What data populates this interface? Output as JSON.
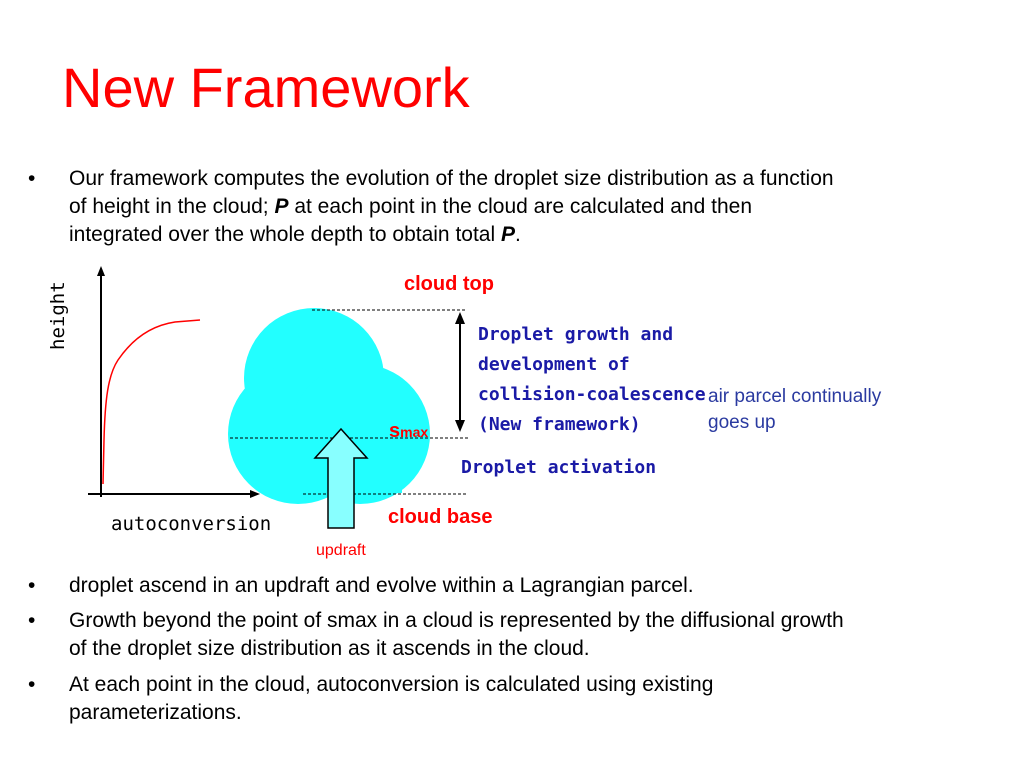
{
  "title": "New Framework",
  "bullets_top": [
    {
      "marker": "•",
      "line1": "Our framework computes the evolution of the droplet size distribution as a function",
      "line2_pre": "of height in the cloud; ",
      "line2_p": "P",
      "line2_post": " at each point in the cloud are calculated and then",
      "line3_pre": "integrated over the whole depth to obtain total ",
      "line3_p": "P",
      "line3_post": "."
    }
  ],
  "diagram": {
    "y_axis_label": "height",
    "x_axis_label": "autoconversion",
    "cloud_top": "cloud top",
    "cloud_base": "cloud base",
    "growth_label": [
      "Droplet growth and",
      "development of",
      "collision-coalescence",
      "(New framework)"
    ],
    "air_parcel": [
      "air parcel continually",
      "goes up"
    ],
    "smax_s": "s",
    "smax_sub": "max",
    "activation": "Droplet activation",
    "updraft": "updraft",
    "colors": {
      "cloud": "#22ffff",
      "arrow_fill": "#88ffff",
      "red": "#ff0000",
      "navy": "#1a1aa6",
      "blue_text": "#2a3aa0"
    }
  },
  "bullets_bottom": [
    {
      "marker": "•",
      "lines": [
        "droplet ascend in an updraft and evolve within a  Lagrangian parcel."
      ]
    },
    {
      "marker": "•",
      "lines": [
        "Growth beyond the point of smax in a cloud is represented by the diffusional growth",
        "of the droplet size distribution as it ascends in the cloud."
      ]
    },
    {
      "marker": "•",
      "lines": [
        "At each point in the cloud, autoconversion is calculated using existing",
        "parameterizations."
      ]
    }
  ]
}
